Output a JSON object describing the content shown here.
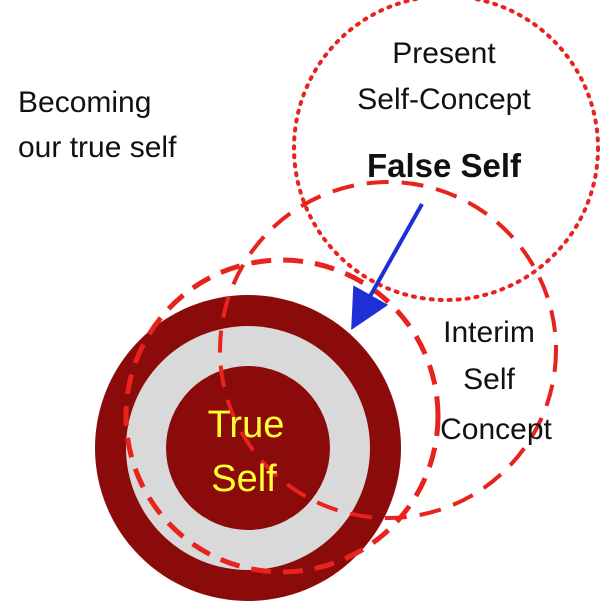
{
  "caption": {
    "line1": "Becoming",
    "line2": "our true self"
  },
  "present_circle": {
    "line1": "Present",
    "line2": "Self-Concept",
    "emphasis": "False Self"
  },
  "interim_circle": {
    "line1": "Interim",
    "line2": "Self",
    "line3": "Concept"
  },
  "true_self": {
    "line1": "True",
    "line2": "Self"
  },
  "colors": {
    "dark_red": "#8b0a0a",
    "light_gray": "#d9d9d9",
    "dotted_red": "#e8231e",
    "dashed_red": "#e8231e",
    "arrow_blue": "#1f2fd6",
    "true_self_text": "#ffff33",
    "text": "#111111"
  },
  "icons": {
    "arrow": "arrow-down-left-icon"
  }
}
